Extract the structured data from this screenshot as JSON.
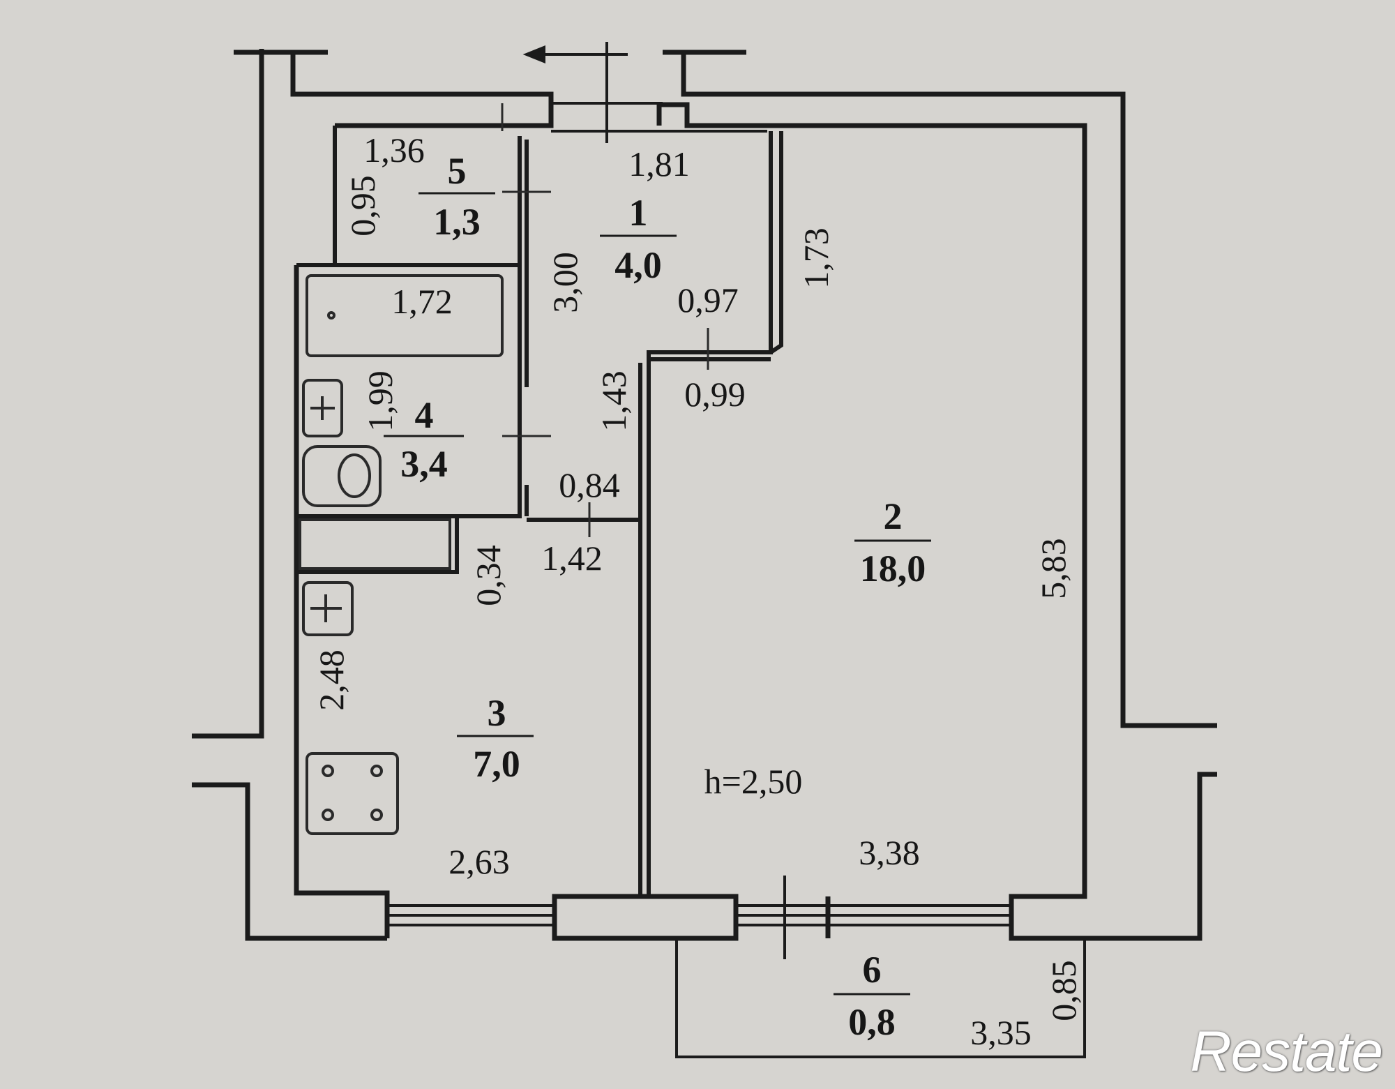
{
  "plan": {
    "ceiling_height": "h=2,50",
    "watermark": "Restate",
    "rooms": [
      {
        "id": "room-1",
        "number": "1",
        "area": "4,0"
      },
      {
        "id": "room-2",
        "number": "2",
        "area": "18,0"
      },
      {
        "id": "room-3",
        "number": "3",
        "area": "7,0"
      },
      {
        "id": "room-4",
        "number": "4",
        "area": "3,4"
      },
      {
        "id": "room-5",
        "number": "5",
        "area": "1,3"
      },
      {
        "id": "room-6",
        "number": "6",
        "area": "0,8"
      }
    ],
    "dimensions": {
      "room5_width": "1,36",
      "room5_depth": "0,95",
      "hall_width": "1,81",
      "closet_depth": "1,73",
      "hall_length": "3,00",
      "bath_length": "1,72",
      "bath_depth": "1,99",
      "passage_width_upper": "0,97",
      "passage_width_lower": "0,99",
      "passage_length": "1,43",
      "passage_end": "0,84",
      "kitchen_entry": "1,42",
      "kitchen_niche": "0,34",
      "kitchen_depth": "2,48",
      "kitchen_width": "2,63",
      "living_width": "3,38",
      "living_length": "5,83",
      "balcony_length": "3,35",
      "balcony_depth": "0,85"
    }
  }
}
